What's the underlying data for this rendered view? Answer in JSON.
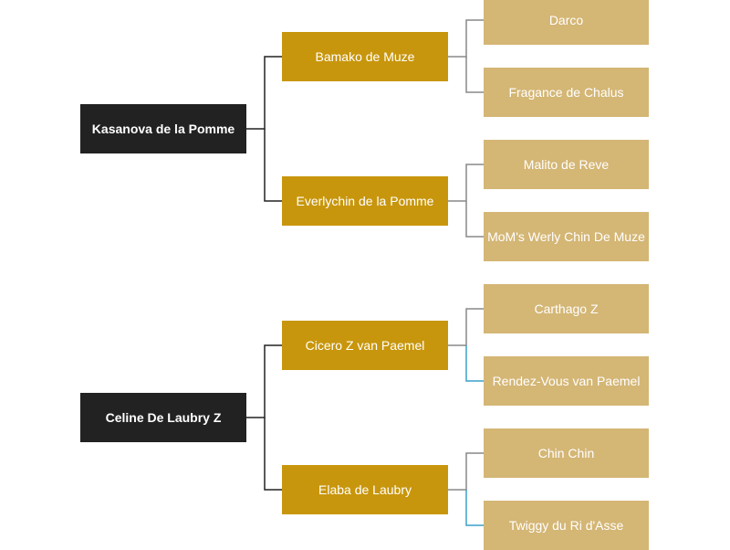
{
  "colors": {
    "sire_node": "#222222",
    "parent_node": "#c8960c",
    "grandparent_node": "#d4b675",
    "connector_dark": "#222222",
    "connector_gray": "#888888",
    "connector_blue": "#3aa0c8"
  },
  "pedigree": [
    {
      "name": "Kasanova de la Pomme",
      "parents": [
        {
          "name": "Bamako de Muze",
          "parents": [
            "Darco",
            "Fragance de Chalus"
          ]
        },
        {
          "name": "Everlychin de la Pomme",
          "parents": [
            "Malito de Reve",
            "MoM's Werly Chin De Muze"
          ]
        }
      ]
    },
    {
      "name": "Celine De Laubry Z",
      "parents": [
        {
          "name": "Cicero Z van Paemel",
          "parents": [
            "Carthago Z",
            "Rendez-Vous van Paemel"
          ]
        },
        {
          "name": "Elaba de Laubry",
          "parents": [
            "Chin Chin",
            "Twiggy du Ri d'Asse"
          ]
        }
      ]
    }
  ]
}
